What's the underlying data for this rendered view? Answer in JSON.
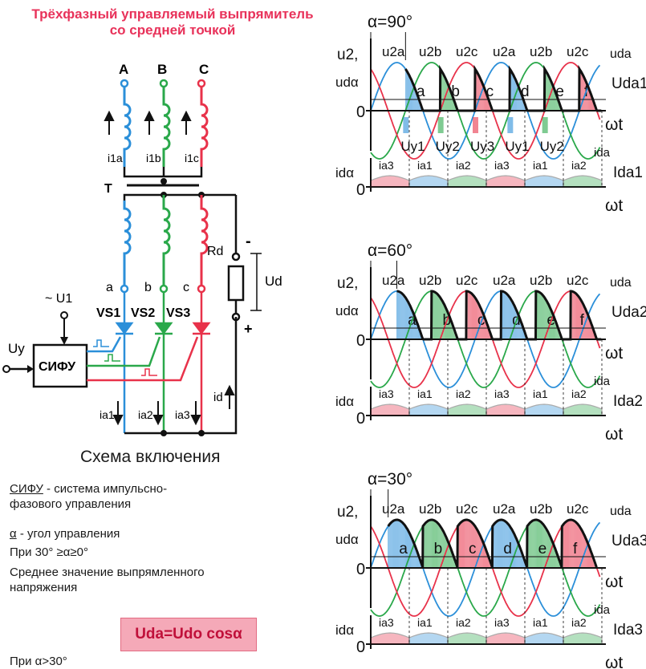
{
  "title": {
    "line1": "Трёхфазный управляемый выпрямитель",
    "line2": "со средней точкой"
  },
  "circuit": {
    "phases": [
      "A",
      "B",
      "C"
    ],
    "primary_currents": [
      "i1a",
      "i1b",
      "i1c"
    ],
    "transformer": "T",
    "secondary_nodes": [
      "a",
      "b",
      "c"
    ],
    "thyristors": [
      "VS1",
      "VS2",
      "VS3"
    ],
    "anode_currents": [
      "ia1",
      "ia2",
      "ia3"
    ],
    "load_resistor": "Rd",
    "load_voltage": "Ud",
    "load_current": "id",
    "minus": "-",
    "plus": "+",
    "supply": "~ U1",
    "control_input": "Uy",
    "control_block": "СИФУ",
    "caption": "Схема включения"
  },
  "notes": {
    "sifu_abbr": "СИФУ",
    "sifu_def_1": " - система импульсно-",
    "sifu_def_2": "фазового управления",
    "alpha_symbol": "α",
    "alpha_def": " - угол управления",
    "range": "При 30° ≥α≥0°",
    "mean_1": "Среднее значение выпрямленного",
    "mean_2": "напряжения",
    "formula": "Uda=Udo cosα",
    "footer": "При α>30°"
  },
  "panels": [
    {
      "alpha": "α=90°",
      "ud": "Uda1",
      "id": "Ida1",
      "pulses": [
        "Uy1",
        "Uy2",
        "Uy3",
        "Uy1",
        "Uy2"
      ]
    },
    {
      "alpha": "α=60°",
      "ud": "Uda2",
      "id": "Ida2",
      "pulses": []
    },
    {
      "alpha": "α=30°",
      "ud": "Uda3",
      "id": "Ida3",
      "pulses": []
    }
  ],
  "panel_labels": {
    "u2": "u2,",
    "udalpha": "udα",
    "ida": "idα",
    "zero": "0",
    "wt": "ωt",
    "uda": "uda",
    "idalabel": "ida",
    "phase_curves": [
      "u2a",
      "u2b",
      "u2c",
      "u2a",
      "u2b",
      "u2c"
    ],
    "segments": [
      "a",
      "b",
      "c",
      "d",
      "e",
      "f"
    ],
    "current_segments": [
      "ia3",
      "ia1",
      "ia2",
      "ia3",
      "ia1",
      "ia2"
    ]
  },
  "colors": {
    "phase_a": "#2b8fd9",
    "phase_b": "#2aa84a",
    "phase_c": "#e8324a",
    "title": "#e8325a",
    "formula_bg": "#f5a9b8"
  }
}
